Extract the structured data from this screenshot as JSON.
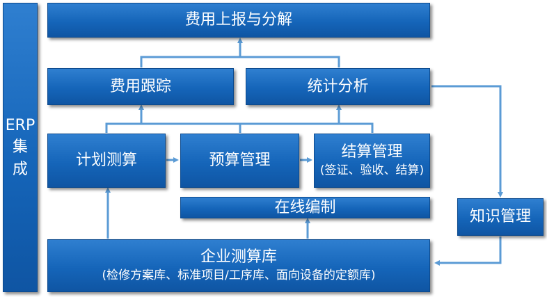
{
  "erp": {
    "line1": "ERP",
    "line2": "集",
    "line3": "成"
  },
  "top": {
    "label": "费用上报与分解"
  },
  "tracking": {
    "label": "费用跟踪"
  },
  "analysis": {
    "label": "统计分析"
  },
  "plan": {
    "label": "计划测算"
  },
  "budget": {
    "label": "预算管理"
  },
  "settlement": {
    "label": "结算管理",
    "sub": "(签证、验收、结算)"
  },
  "online": {
    "label": "在线编制"
  },
  "knowledge": {
    "label": "知识管理"
  },
  "library": {
    "label": "企业测算库",
    "sub": "(检修方案库、标准项目/工序库、面向设备的定额库)"
  },
  "colors": {
    "box": "#1565b9",
    "connector": "#5b9bd5"
  }
}
